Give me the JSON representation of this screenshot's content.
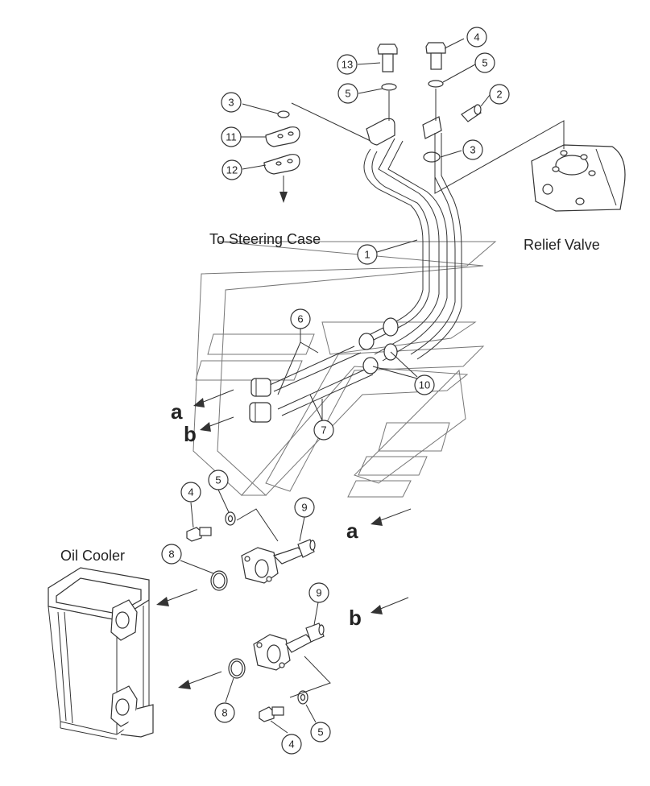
{
  "labels": {
    "to_steering_case": "To Steering Case",
    "relief_valve": "Relief Valve",
    "oil_cooler": "Oil Cooler",
    "letter_a": "a",
    "letter_b": "b"
  },
  "callouts": {
    "c13": "13",
    "c4_top": "4",
    "c5_top_left": "5",
    "c5_top_right": "5",
    "c2": "2",
    "c3_left": "3",
    "c3_right": "3",
    "c11": "11",
    "c12": "12",
    "c1": "1",
    "c6": "6",
    "c10": "10",
    "c7": "7",
    "c4_mid": "4",
    "c5_mid": "5",
    "c9_upper": "9",
    "c8_upper": "8",
    "c9_lower": "9",
    "c8_lower": "8",
    "c4_bottom": "4",
    "c5_bottom": "5"
  }
}
